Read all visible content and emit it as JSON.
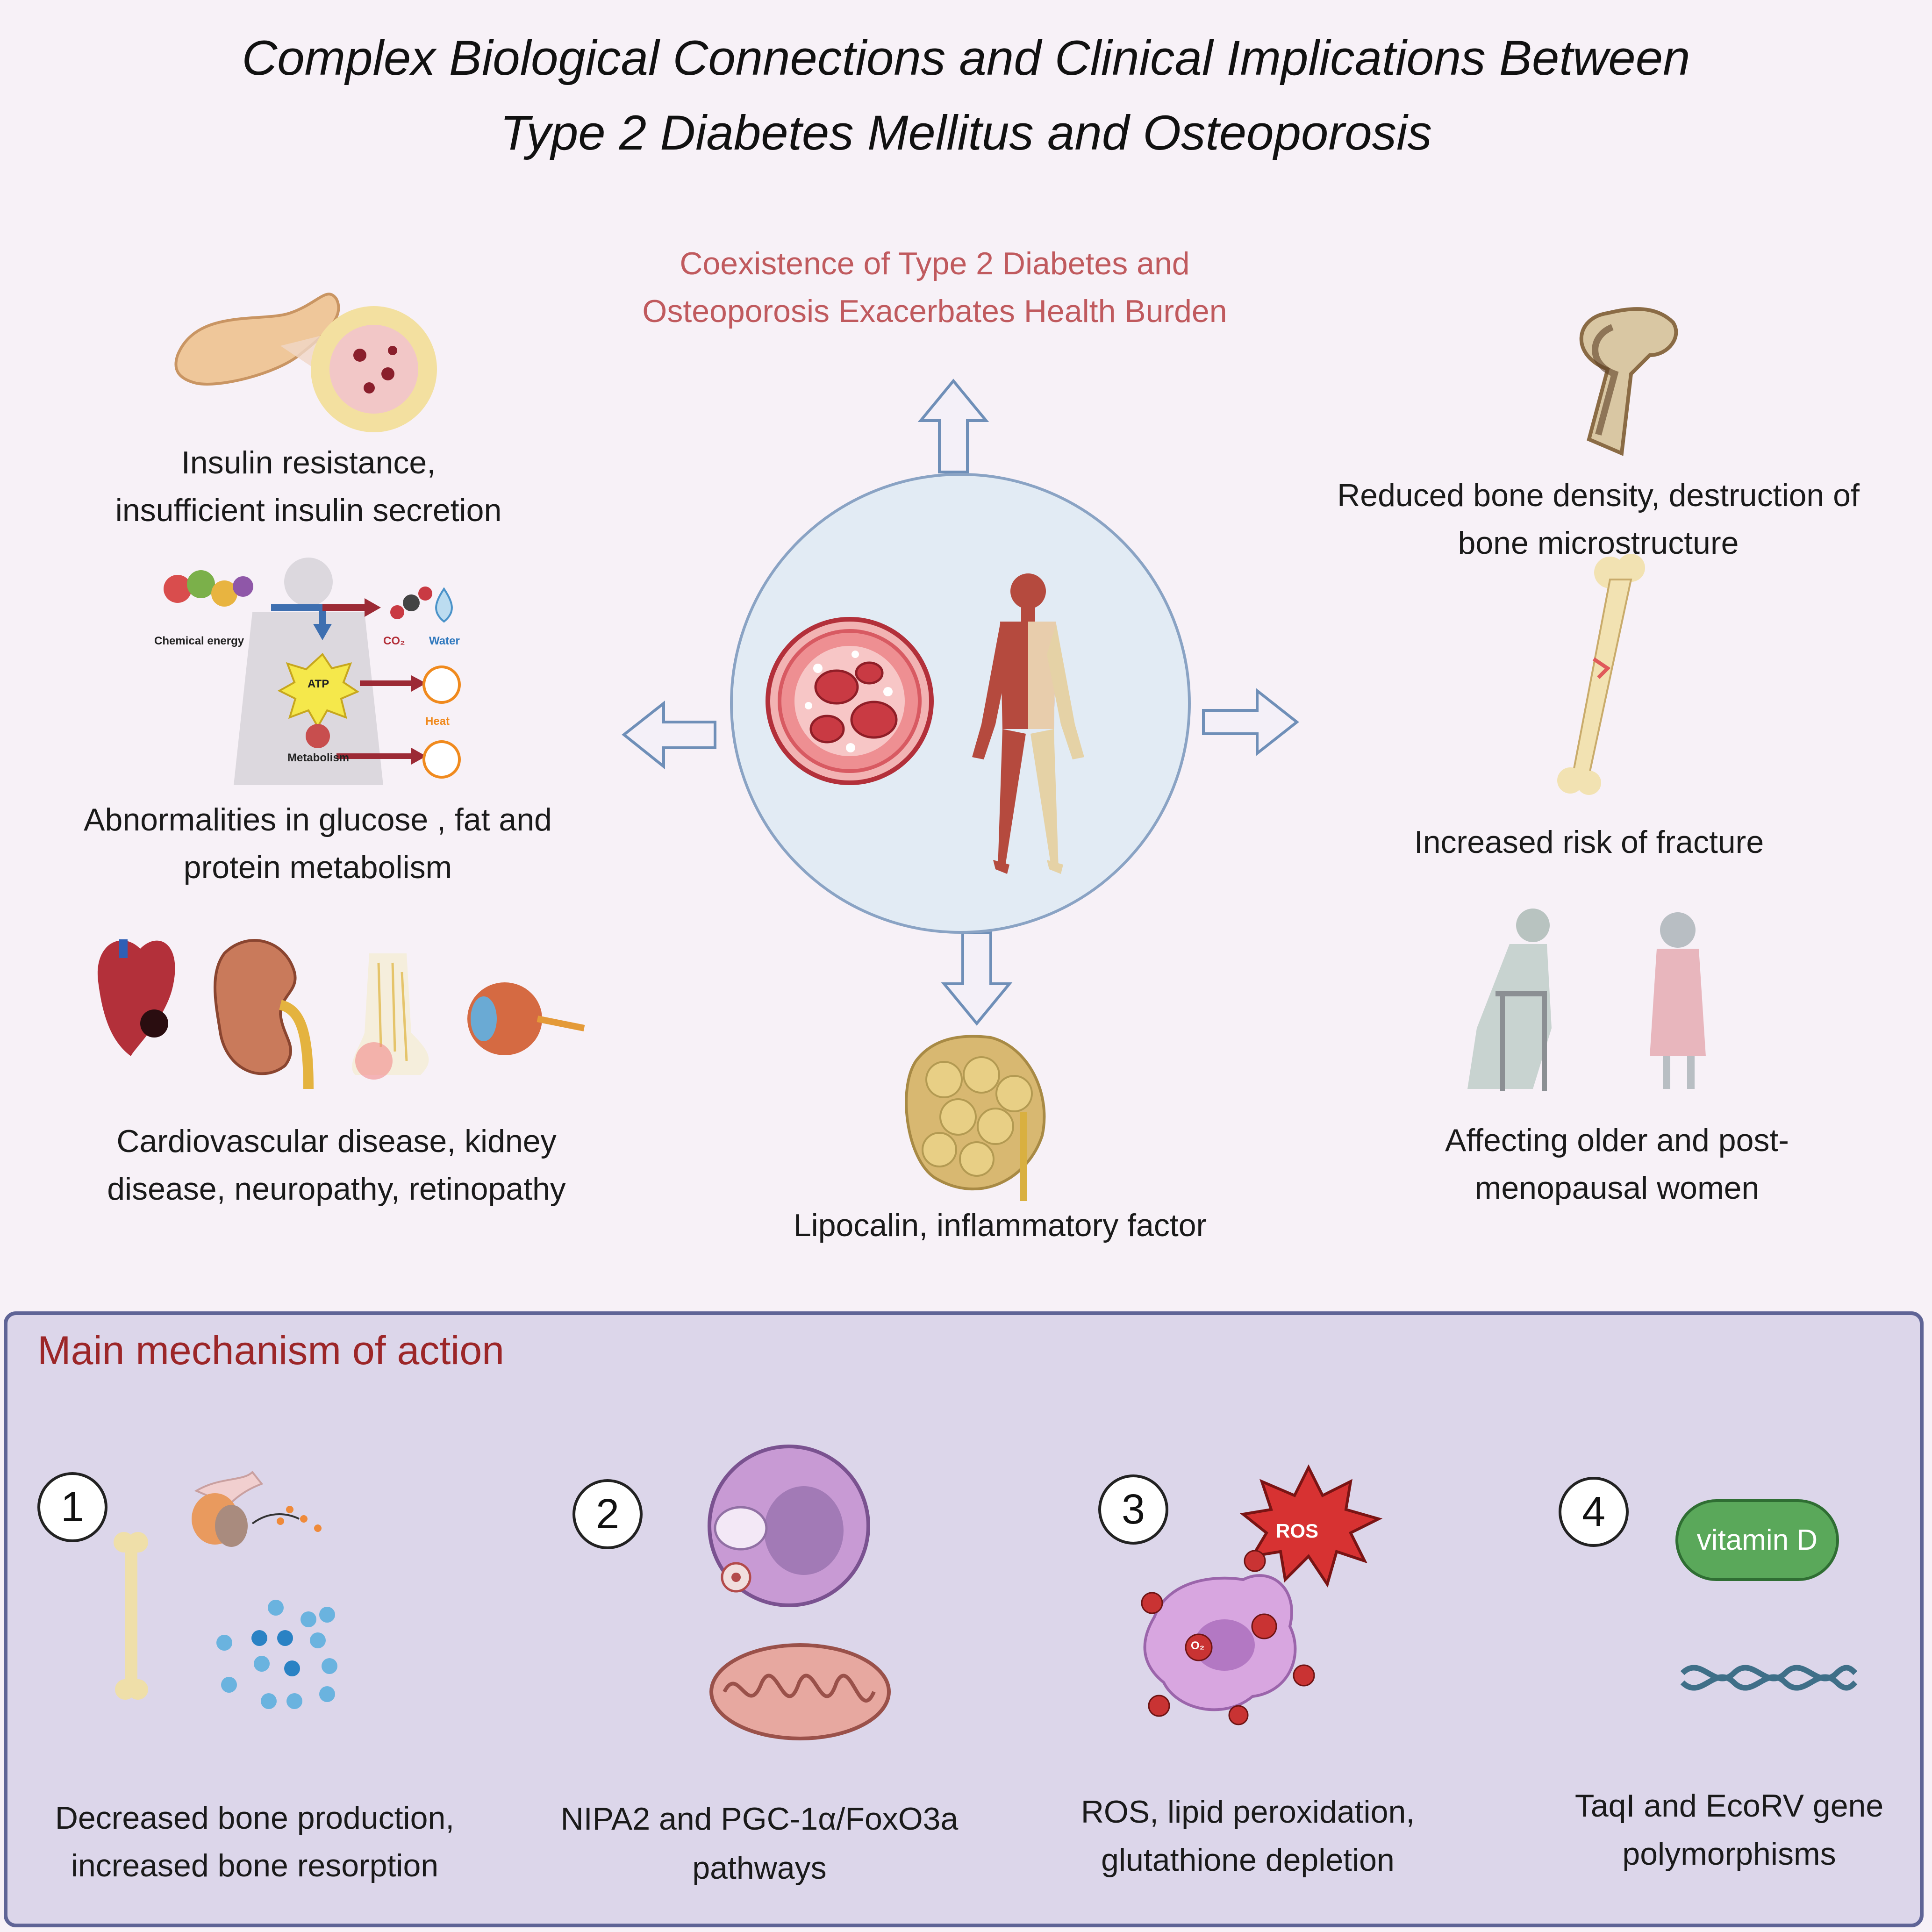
{
  "title": {
    "line1": "Complex Biological Connections and Clinical Implications Between",
    "line2": "Type 2 Diabetes Mellitus and Osteoporosis"
  },
  "center": {
    "coexistence_line1": "Coexistence of Type 2 Diabetes and",
    "coexistence_line2": "Osteoporosis Exacerbates Health Burden",
    "bottom_label": "Lipocalin, inflammatory factor"
  },
  "left": {
    "insulin_line1": "Insulin resistance,",
    "insulin_line2": "insufficient insulin secretion",
    "metabolism_line1": "Abnormalities in glucose , fat and",
    "metabolism_line2": "protein metabolism",
    "complications_line1": "Cardiovascular disease, kidney",
    "complications_line2": "disease, neuropathy, retinopathy",
    "energy_labels": {
      "chemical_energy": "Chemical energy",
      "co2": "CO₂",
      "water": "Water",
      "atp": "ATP",
      "heat": "Heat",
      "metabolism": "Metabolism"
    }
  },
  "right": {
    "bone_line1": "Reduced bone density, destruction of",
    "bone_line2": "bone microstructure",
    "fracture": "Increased risk of fracture",
    "women_line1": "Affecting older and post-",
    "women_line2": "menopausal women"
  },
  "mechanism": {
    "title": "Main mechanism of action",
    "items": [
      {
        "num": "1",
        "line1": "Decreased bone production,",
        "line2": "increased bone resorption"
      },
      {
        "num": "2",
        "line1": "NIPA2 and PGC-1α/FoxO3a",
        "line2": "pathways"
      },
      {
        "num": "3",
        "line1": "ROS, lipid peroxidation,",
        "line2": "glutathione depletion"
      },
      {
        "num": "4",
        "line1": "TaqI and EcoRV gene",
        "line2": "polymorphisms"
      }
    ],
    "ros_label": "ROS",
    "o2_label": "O₂",
    "vitamin_d": "vitamin D"
  },
  "colors": {
    "background": "#f7f1f7",
    "panel": "#dcd6ea",
    "panel_border": "#5f6496",
    "accent_red": "#c05a5e",
    "mech_title": "#9c2628",
    "arrow": "#6f8fb8"
  }
}
